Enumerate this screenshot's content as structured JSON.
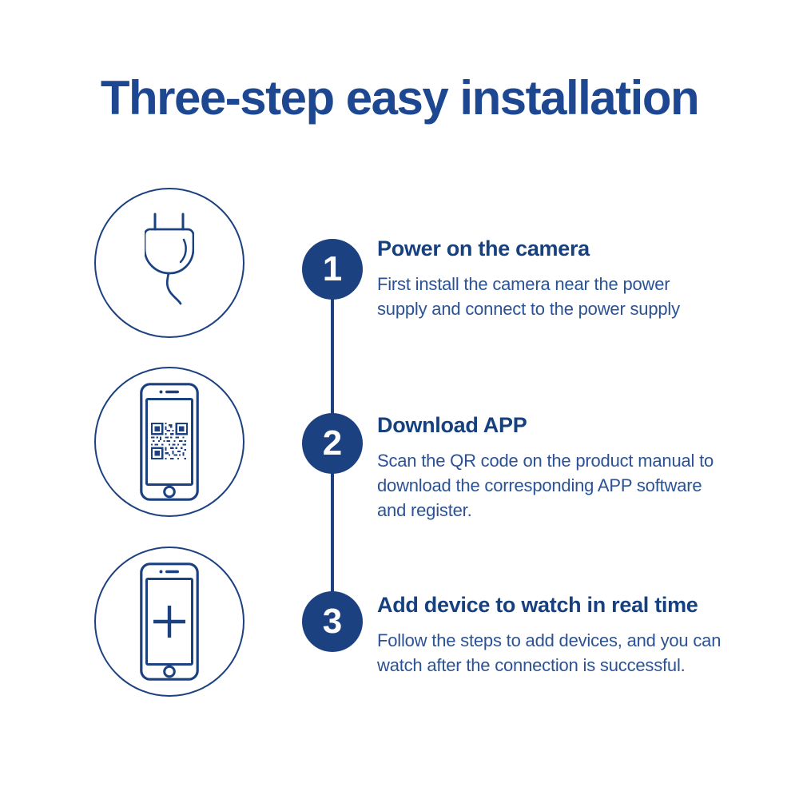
{
  "title": "Three-step easy installation",
  "colors": {
    "background": "#ffffff",
    "navy": "#1C4180",
    "title_text": "#1D4791",
    "heading_text": "#16407E",
    "description_text": "#2B5295",
    "step_number_text": "#FDFDFD"
  },
  "icons": {
    "step1": "power-plug-icon",
    "step2": "phone-qr-code-icon",
    "step3": "phone-add-device-icon"
  },
  "steps": [
    {
      "number": "1",
      "heading": "Power on the camera",
      "description": [
        "First install the camera near the power",
        "supply and connect to the power supply"
      ]
    },
    {
      "number": "2",
      "heading": "Download APP",
      "description": [
        "Scan the QR code on the product manual to",
        "download the corresponding APP software",
        "and register."
      ]
    },
    {
      "number": "3",
      "heading": "Add device to watch in real time",
      "description": [
        "Follow the steps to add devices, and you can",
        "watch after the connection is successful."
      ]
    }
  ]
}
